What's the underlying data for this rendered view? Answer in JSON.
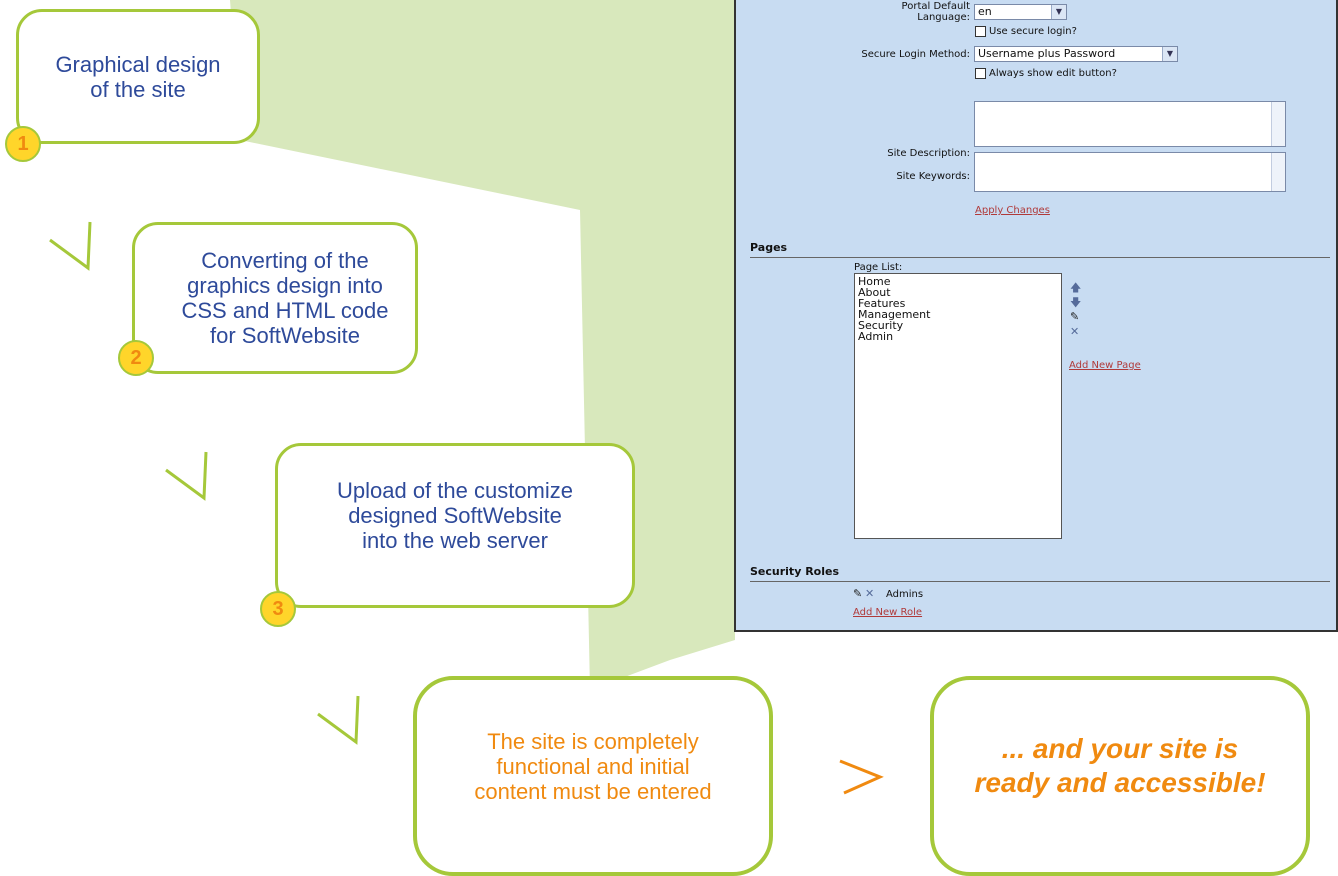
{
  "steps": [
    {
      "number": "1",
      "text_lines": [
        "Graphical design",
        "of the site"
      ]
    },
    {
      "number": "2",
      "text_lines": [
        "Converting of the",
        "graphics design into",
        "CSS and HTML code",
        "for SoftWebsite"
      ]
    },
    {
      "number": "3",
      "text_lines": [
        "Upload of the customize",
        "designed SoftWebsite",
        "into the web server"
      ]
    }
  ],
  "final_step": {
    "text_lines": [
      "The site is completely",
      "functional and initial",
      "content must be entered"
    ]
  },
  "result": {
    "text_lines": [
      "... and your site is",
      "ready and accessible!"
    ]
  },
  "colors": {
    "bubble_border": "#a5c83a",
    "step_text": "#2e4a9a",
    "final_text": "#f08a10",
    "badge_fill": "#ffd52a",
    "panel_bg": "#c8dcf2",
    "beam": "#d8e8bc"
  },
  "icons": {
    "step_arrow": "chevron-arrow-icon",
    "result_arrow": "orange-chevron-arrow-icon"
  },
  "admin_panel": {
    "language_label_lines": [
      "Portal Default",
      "Language:"
    ],
    "language_value": "en",
    "secure_login_checkbox": "Use secure login?",
    "secure_login_method_label": "Secure Login Method:",
    "secure_login_method_value": "Username plus Password",
    "edit_button_checkbox": "Always show edit button?",
    "site_description_label": "Site Description:",
    "site_keywords_label": "Site Keywords:",
    "apply_changes_link": "Apply Changes",
    "pages_section": "Pages",
    "page_list_label": "Page List:",
    "pages": [
      "Home",
      "About",
      "Features",
      "Management",
      "Security",
      "Admin"
    ],
    "add_new_page_link": "Add New Page",
    "security_roles_section": "Security Roles",
    "role_name": "Admins",
    "add_new_role_link": "Add New Role"
  }
}
